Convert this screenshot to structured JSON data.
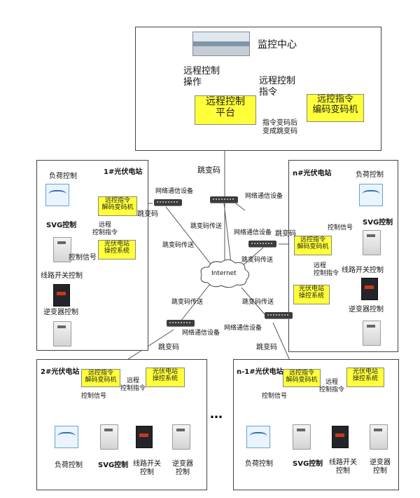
{
  "control_center": {
    "title": "监控中心",
    "remote_op": [
      "远程控制",
      "操作"
    ],
    "platform": [
      "远程控制",
      "平台"
    ],
    "cmd_label": [
      "远程控制",
      "指令"
    ],
    "encoder": [
      "远控指令",
      "编码变码机"
    ],
    "return_label": [
      "指令变码后",
      "变成跳变码"
    ]
  },
  "center_link": "跳变码",
  "internet": "Internet",
  "network_device": "网络通信设备",
  "jump_code": "跳变码",
  "jump_code_transfer": "跳变码传送",
  "remote_cmd": [
    "远程",
    "控制指令"
  ],
  "control_signal": "控制信号",
  "decoder": [
    "远控指令",
    "解码变码机"
  ],
  "pv_system": [
    "光伏电站",
    "操控系统"
  ],
  "stations": {
    "s1": {
      "title": "1#光伏电站"
    },
    "sn": {
      "title": "n#光伏电站"
    },
    "s2": {
      "title": "2#光伏电站"
    },
    "sn1": {
      "title": "n-1#光伏电站"
    }
  },
  "controls": {
    "load": "负荷控制",
    "svg": "SVG控制",
    "line": "线路开关控制",
    "line_split": [
      "线路开关",
      "控制"
    ],
    "inverter": "逆变器控制",
    "inverter_split": [
      "逆变器",
      "控制"
    ]
  },
  "ellipsis": "…",
  "icons": [
    "monitor-room-icon",
    "network-switch-icon",
    "cloud-icon",
    "chart-screen-icon",
    "svg-cabinet-icon",
    "breaker-icon",
    "inverter-cabinet-icon"
  ]
}
